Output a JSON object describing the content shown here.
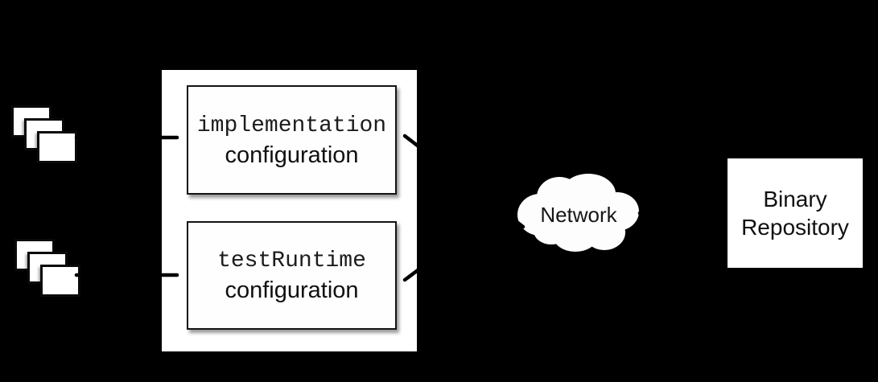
{
  "diagram": {
    "colors": {
      "background": "#000000",
      "shape_fill": "#ffffff",
      "border_and_lines": "#000000",
      "text": "#101010"
    },
    "source_stacks": [
      {
        "position": "top-left",
        "file_count": 3
      },
      {
        "position": "bottom-left",
        "file_count": 3
      }
    ],
    "configurations": [
      {
        "keyword": "implementation",
        "suffix": "configuration"
      },
      {
        "keyword": "testRuntime",
        "suffix": "configuration"
      }
    ],
    "cloud": {
      "label": "Network"
    },
    "repository": {
      "label": "Binary Repository"
    }
  }
}
